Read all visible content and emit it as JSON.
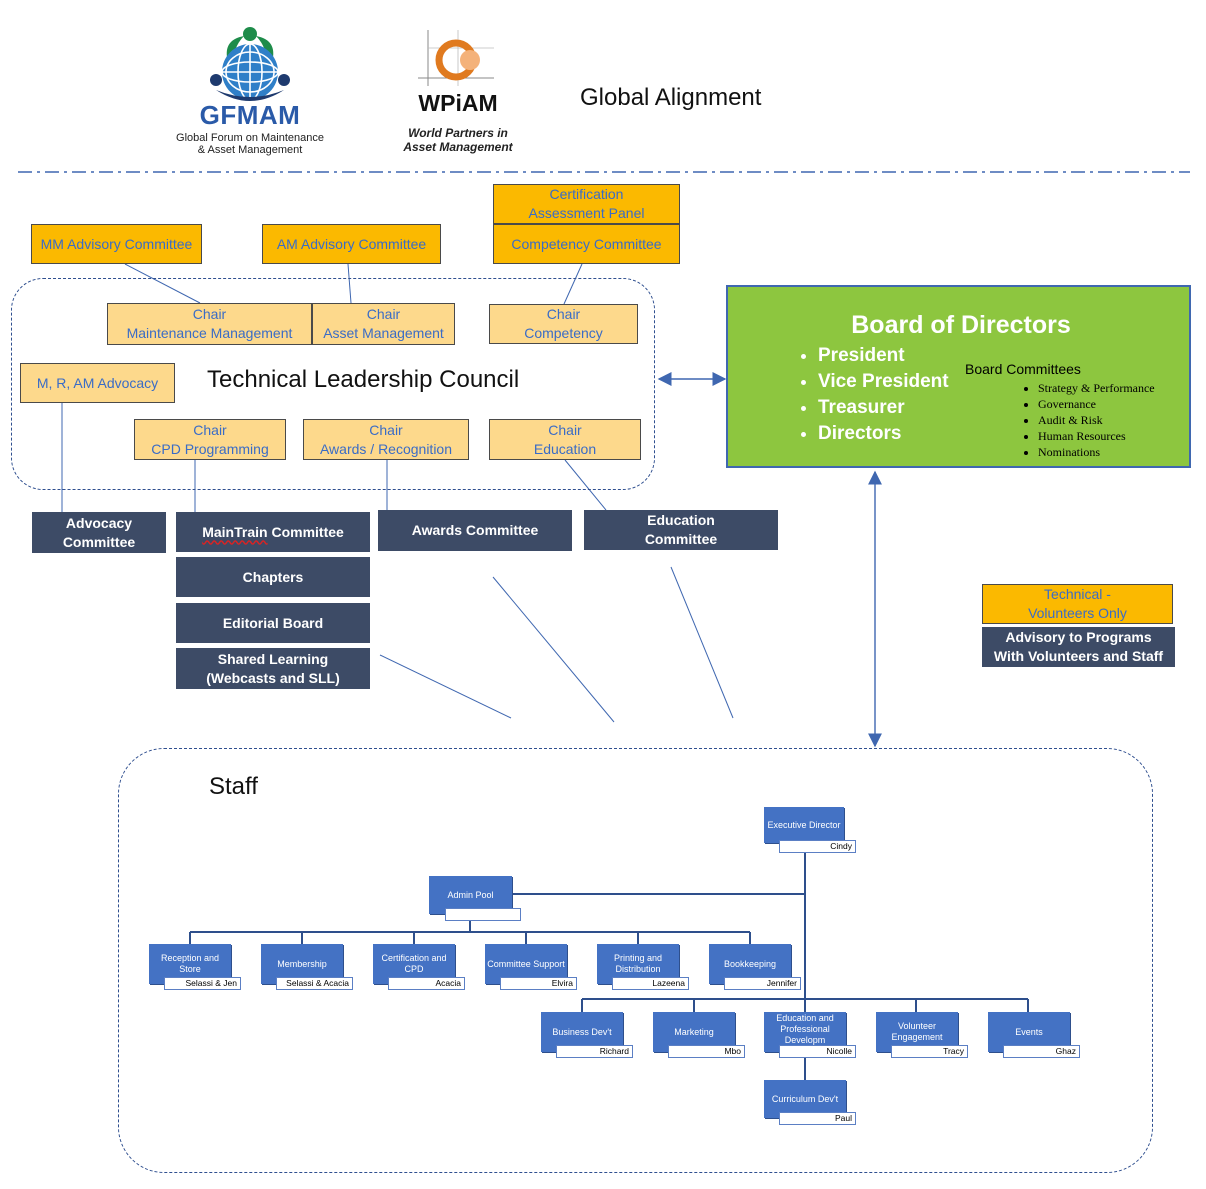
{
  "header": {
    "gfmam_name": "GFMAM",
    "gfmam_sub1": "Global Forum on Maintenance",
    "gfmam_sub2": "& Asset Management",
    "wpiam_name": "WPiAM",
    "wpiam_sub1": "World Partners in",
    "wpiam_sub2": "Asset Management",
    "title": "Global Alignment"
  },
  "committees_top": {
    "mm_advisory": "MM Advisory Committee",
    "am_advisory": "AM Advisory Committee",
    "certification_l1": "Certification",
    "certification_l2": "Assessment Panel",
    "competency": "Competency Committee"
  },
  "tlc": {
    "title": "Technical Leadership Council",
    "chair_mm_l1": "Chair",
    "chair_mm_l2": "Maintenance Management",
    "chair_am_l1": "Chair",
    "chair_am_l2": "Asset Management",
    "chair_comp_l1": "Chair",
    "chair_comp_l2": "Competency",
    "advocacy": "M, R, AM Advocacy",
    "chair_cpd_l1": "Chair",
    "chair_cpd_l2": "CPD Programming",
    "chair_awards_l1": "Chair",
    "chair_awards_l2": "Awards / Recognition",
    "chair_edu_l1": "Chair",
    "chair_edu_l2": "Education"
  },
  "working": {
    "advocacy_l1": "Advocacy",
    "advocacy_l2": "Committee",
    "maintrain_a": "MainTrain",
    "maintrain_b": " Committee",
    "awards": "Awards Committee",
    "education_l1": "Education",
    "education_l2": "Committee",
    "chapters": "Chapters",
    "editorial": "Editorial Board",
    "shared_l1": "Shared Learning",
    "shared_l2": "(Webcasts and SLL)"
  },
  "board": {
    "title": "Board of Directors",
    "roles": [
      "President",
      "Vice President",
      "Treasurer",
      "Directors"
    ],
    "committees_title": "Board Committees",
    "committees": [
      "Strategy & Performance",
      "Governance",
      "Audit & Risk",
      "Human Resources",
      "Nominations"
    ]
  },
  "legend": {
    "technical_l1": "Technical -",
    "technical_l2": "Volunteers Only",
    "advisory_l1": "Advisory to Programs",
    "advisory_l2": "With Volunteers and Staff"
  },
  "staff": {
    "title": "Staff",
    "executive": {
      "role": "Executive Director",
      "name": "Cindy"
    },
    "admin_pool": {
      "role": "Admin Pool",
      "name": ""
    },
    "admin_row": [
      {
        "role": "Reception and Store",
        "name": "Selassi & Jen"
      },
      {
        "role": "Membership",
        "name": "Selassi & Acacia"
      },
      {
        "role": "Certification and CPD",
        "name": "Acacia"
      },
      {
        "role": "Committee Support",
        "name": "Elvira"
      },
      {
        "role": "Printing and Distribution",
        "name": "Lazeena"
      },
      {
        "role": "Bookkeeping",
        "name": "Jennifer"
      }
    ],
    "program_row": [
      {
        "role": "Business Dev't",
        "name": "Richard"
      },
      {
        "role": "Marketing",
        "name": "Mbo"
      },
      {
        "role": "Education and Professional Developm",
        "name": "Nicolle"
      },
      {
        "role": "Volunteer Engagement",
        "name": "Tracy"
      },
      {
        "role": "Events",
        "name": "Ghaz"
      }
    ],
    "curriculum": {
      "role": "Curriculum Dev't",
      "name": "Paul"
    }
  },
  "colors": {
    "orange": "#FBB900",
    "yellow": "#FDD98C",
    "navy": "#3D4B66",
    "green": "#8DC63F",
    "staff_blue": "#4472C4",
    "link_blue": "#3A6CC6"
  },
  "icons": [
    "gfmam-globe-logo",
    "wpiam-logo"
  ]
}
